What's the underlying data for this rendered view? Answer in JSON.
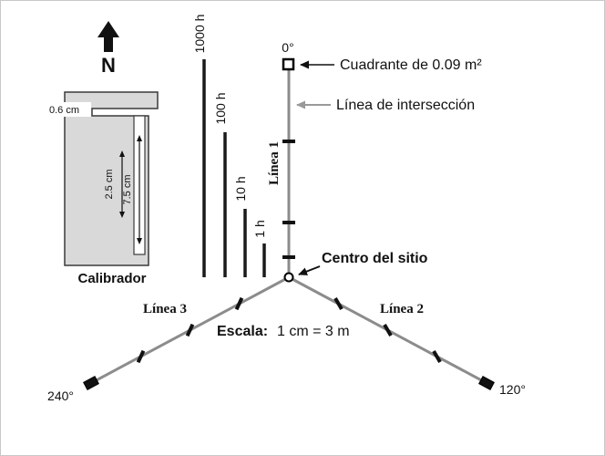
{
  "colors": {
    "transect": "#8c8c8c",
    "fuel_line": "#1a1a1a",
    "caliper_fill": "#d9d9d9",
    "arrow_gray": "#999999"
  },
  "north": {
    "label": "N"
  },
  "caliper": {
    "title": "Calibrador",
    "slit_width": "0.6 cm",
    "notch_medium": "2.5 cm",
    "notch_large": "7.5 cm"
  },
  "fuel_lines": [
    {
      "label": "1000 h"
    },
    {
      "label": "100 h"
    },
    {
      "label": "10 h"
    },
    {
      "label": "1 h"
    }
  ],
  "transects": {
    "line1_label": "Línea 1",
    "line2_label": "Línea 2",
    "line3_label": "Línea 3",
    "azimuth_0": "0°",
    "azimuth_120": "120°",
    "azimuth_240": "240°"
  },
  "annotations": {
    "quadrat_label": "Cuadrante de 0.09 m²",
    "intersection_label": "Línea de intersección",
    "center_label": "Centro del sitio"
  },
  "scale": {
    "label": "Escala:",
    "value": "1 cm = 3 m"
  }
}
